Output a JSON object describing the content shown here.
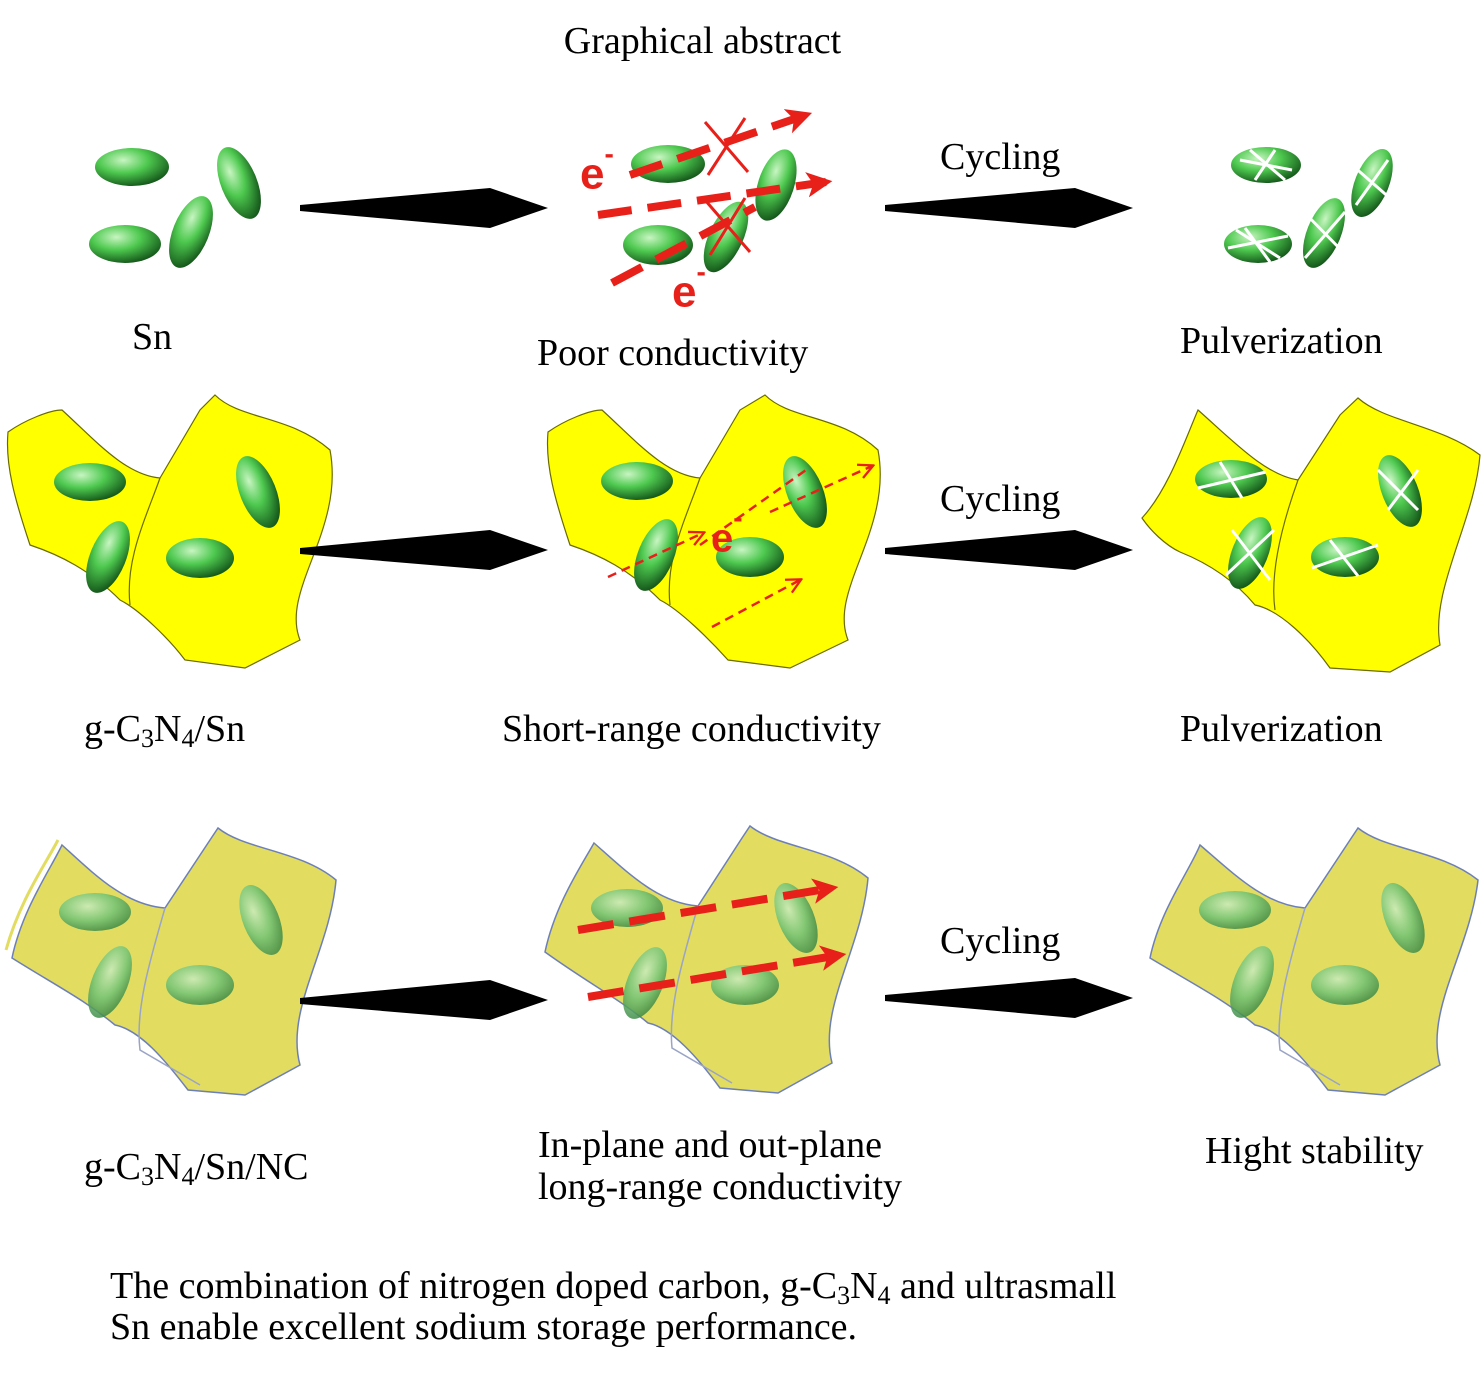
{
  "title": "Graphical abstract",
  "colors": {
    "sn_particle": "#3fbf4a",
    "substrate": "#ffff00",
    "substrate_coated": "#e2dd60",
    "electron_path": "#e8201a",
    "arrow": "#000000"
  },
  "rows": [
    {
      "material_prefix": "Sn",
      "material_sub1": "",
      "material_mid": "",
      "material_sub2": "",
      "material_suffix": "",
      "conductivity_line1": "Poor conductivity",
      "conductivity_line2": "",
      "cycling_label": "Cycling",
      "result": "Pulverization"
    },
    {
      "material_prefix": "g-C",
      "material_sub1": "3",
      "material_mid": "N",
      "material_sub2": "4",
      "material_suffix": "/Sn",
      "conductivity_line1": "Short-range conductivity",
      "conductivity_line2": "",
      "cycling_label": "Cycling",
      "result": "Pulverization"
    },
    {
      "material_prefix": "g-C",
      "material_sub1": "3",
      "material_mid": "N",
      "material_sub2": "4",
      "material_suffix": "/Sn/NC",
      "conductivity_line1": "In-plane and out-plane",
      "conductivity_line2": "long-range conductivity",
      "cycling_label": "Cycling",
      "result": "Hight stability"
    }
  ],
  "electron_label": "e",
  "electron_charge": "-",
  "caption": {
    "line1_prefix": "The combination of nitrogen doped carbon, g-C",
    "line1_sub1": "3",
    "line1_mid": "N",
    "line1_sub2": "4",
    "line1_suffix": " and ultrasmall",
    "line2": "Sn enable excellent sodium storage performance."
  }
}
